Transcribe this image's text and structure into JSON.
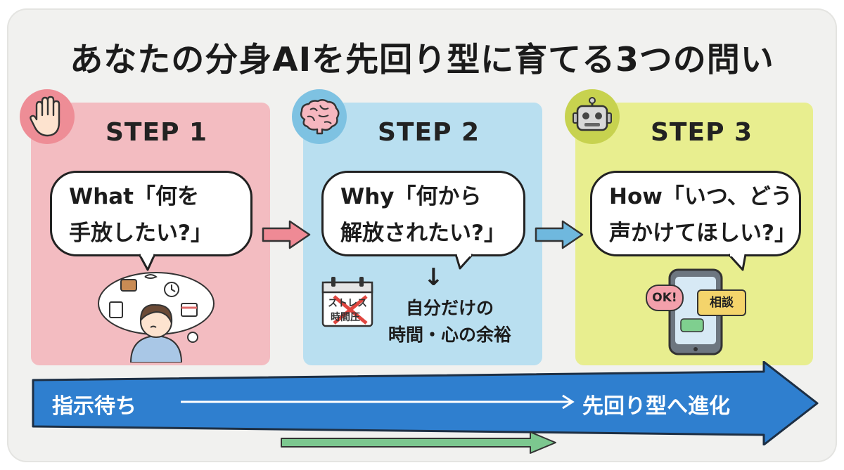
{
  "title": "あなたの分身AIを先回り型に育てる3つの問い",
  "steps": [
    {
      "label": "STEP 1",
      "icon": "hand-icon",
      "color": "#f3bcc1",
      "line1": "What「何を",
      "line2": "手放したい?」"
    },
    {
      "label": "STEP 2",
      "icon": "brain-icon",
      "color": "#b9dff0",
      "line1": "Why「何から",
      "line2": "解放されたい?」",
      "result_line1": "自分だけの",
      "result_line2": "時間・心の余裕",
      "calendar_words": [
        "ストレス",
        "時間圧"
      ]
    },
    {
      "label": "STEP 3",
      "icon": "robot-icon",
      "color": "#e8ee8f",
      "line1": "How「いつ、どう",
      "line2": "声かけてほしい?」",
      "phone_bubbles": [
        "OK!",
        "相談"
      ]
    }
  ],
  "progress": {
    "from": "指示待ち",
    "to": "先回り型へ進化"
  },
  "colors": {
    "big_arrow": "#2f7fcf",
    "arrow_pink": "#ef8a95",
    "arrow_blue": "#6fb8de",
    "small_arrow": "#7cc78f"
  }
}
